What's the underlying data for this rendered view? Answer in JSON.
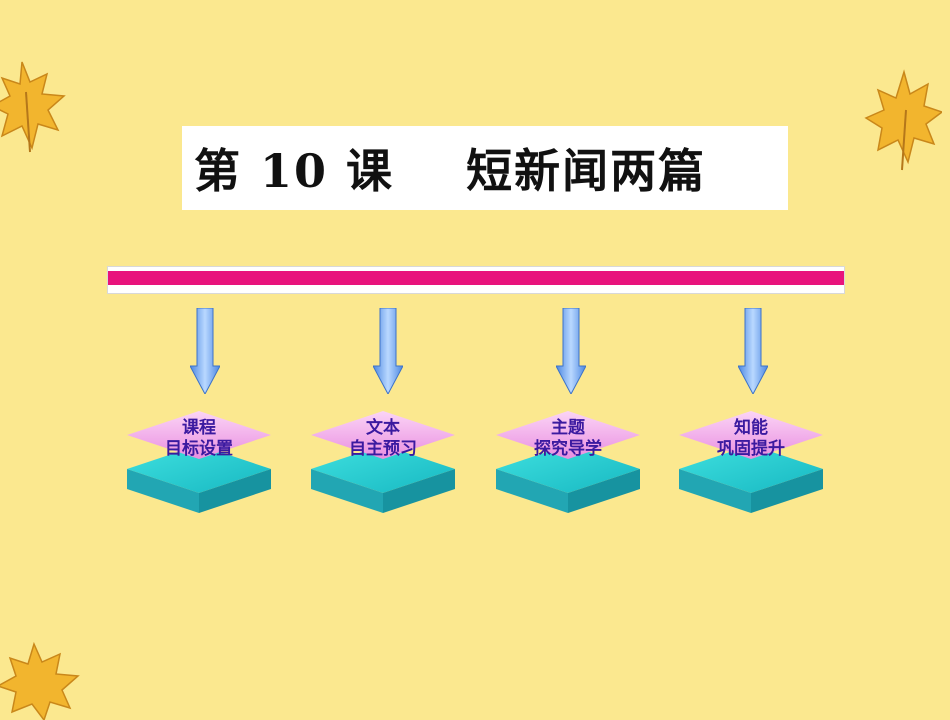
{
  "slide": {
    "title": "第 10 课    短新闻两篇",
    "nodes": [
      {
        "line1": "课程",
        "line2": "目标设置"
      },
      {
        "line1": "文本",
        "line2": "自主预习"
      },
      {
        "line1": "主题",
        "line2": "探究导学"
      },
      {
        "line1": "知能",
        "line2": "巩固提升"
      }
    ]
  },
  "colors": {
    "background": "#fbe88f",
    "bar": "#e8137c",
    "node_top": "#f3a6ea",
    "node_base": "#3fd1d4",
    "label": "#3b1aa0"
  },
  "icons": [
    "maple-leaf-icon",
    "down-arrow-icon"
  ]
}
